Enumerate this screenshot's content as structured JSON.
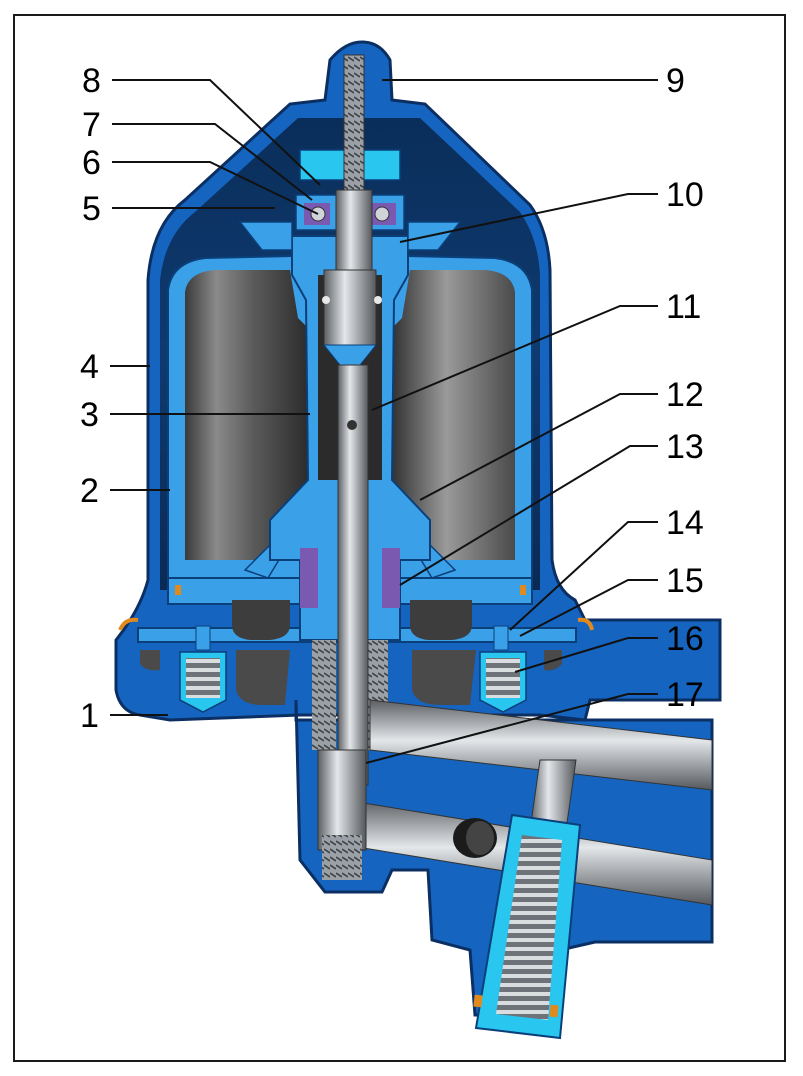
{
  "labels": [
    "1",
    "2",
    "3",
    "4",
    "5",
    "6",
    "7",
    "8",
    "9",
    "10",
    "11",
    "12",
    "13",
    "14",
    "15",
    "16",
    "17"
  ],
  "colors": {
    "frame": "#000000",
    "housing": "#1565c0",
    "housing_dark": "#0d3f86",
    "light_blue": "#3aa0e8",
    "cyan": "#29c6f0",
    "gray": "#6f6f6f",
    "steel": "#b8bcc0",
    "purple": "#7a5ab0",
    "orange": "#e08a1e"
  }
}
